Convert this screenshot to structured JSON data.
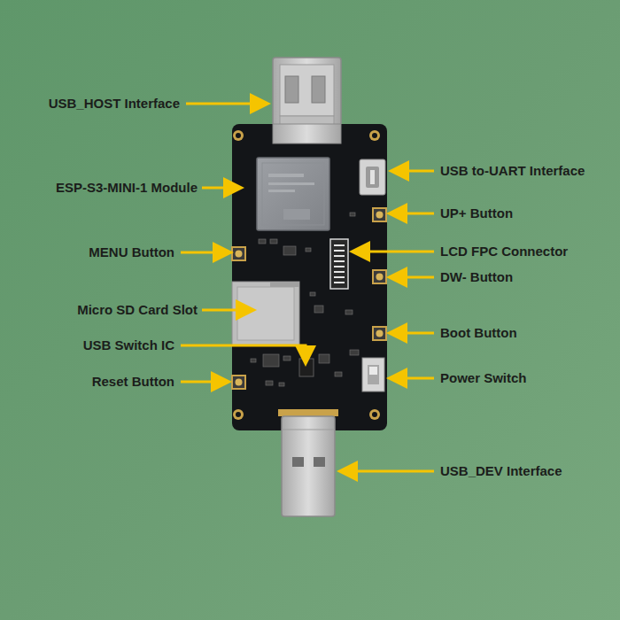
{
  "diagram": {
    "labels": [
      "USB_HOST Interface",
      "ESP-S3-MINI-1 Module",
      "MENU Button",
      "Micro SD Card Slot",
      "USB Switch IC",
      "Reset Button",
      "USB to-UART Interface",
      "UP+ Button",
      "LCD FPC Connector",
      "DW- Button",
      "Boot Button",
      "Power Switch",
      "USB_DEV Interface"
    ]
  }
}
